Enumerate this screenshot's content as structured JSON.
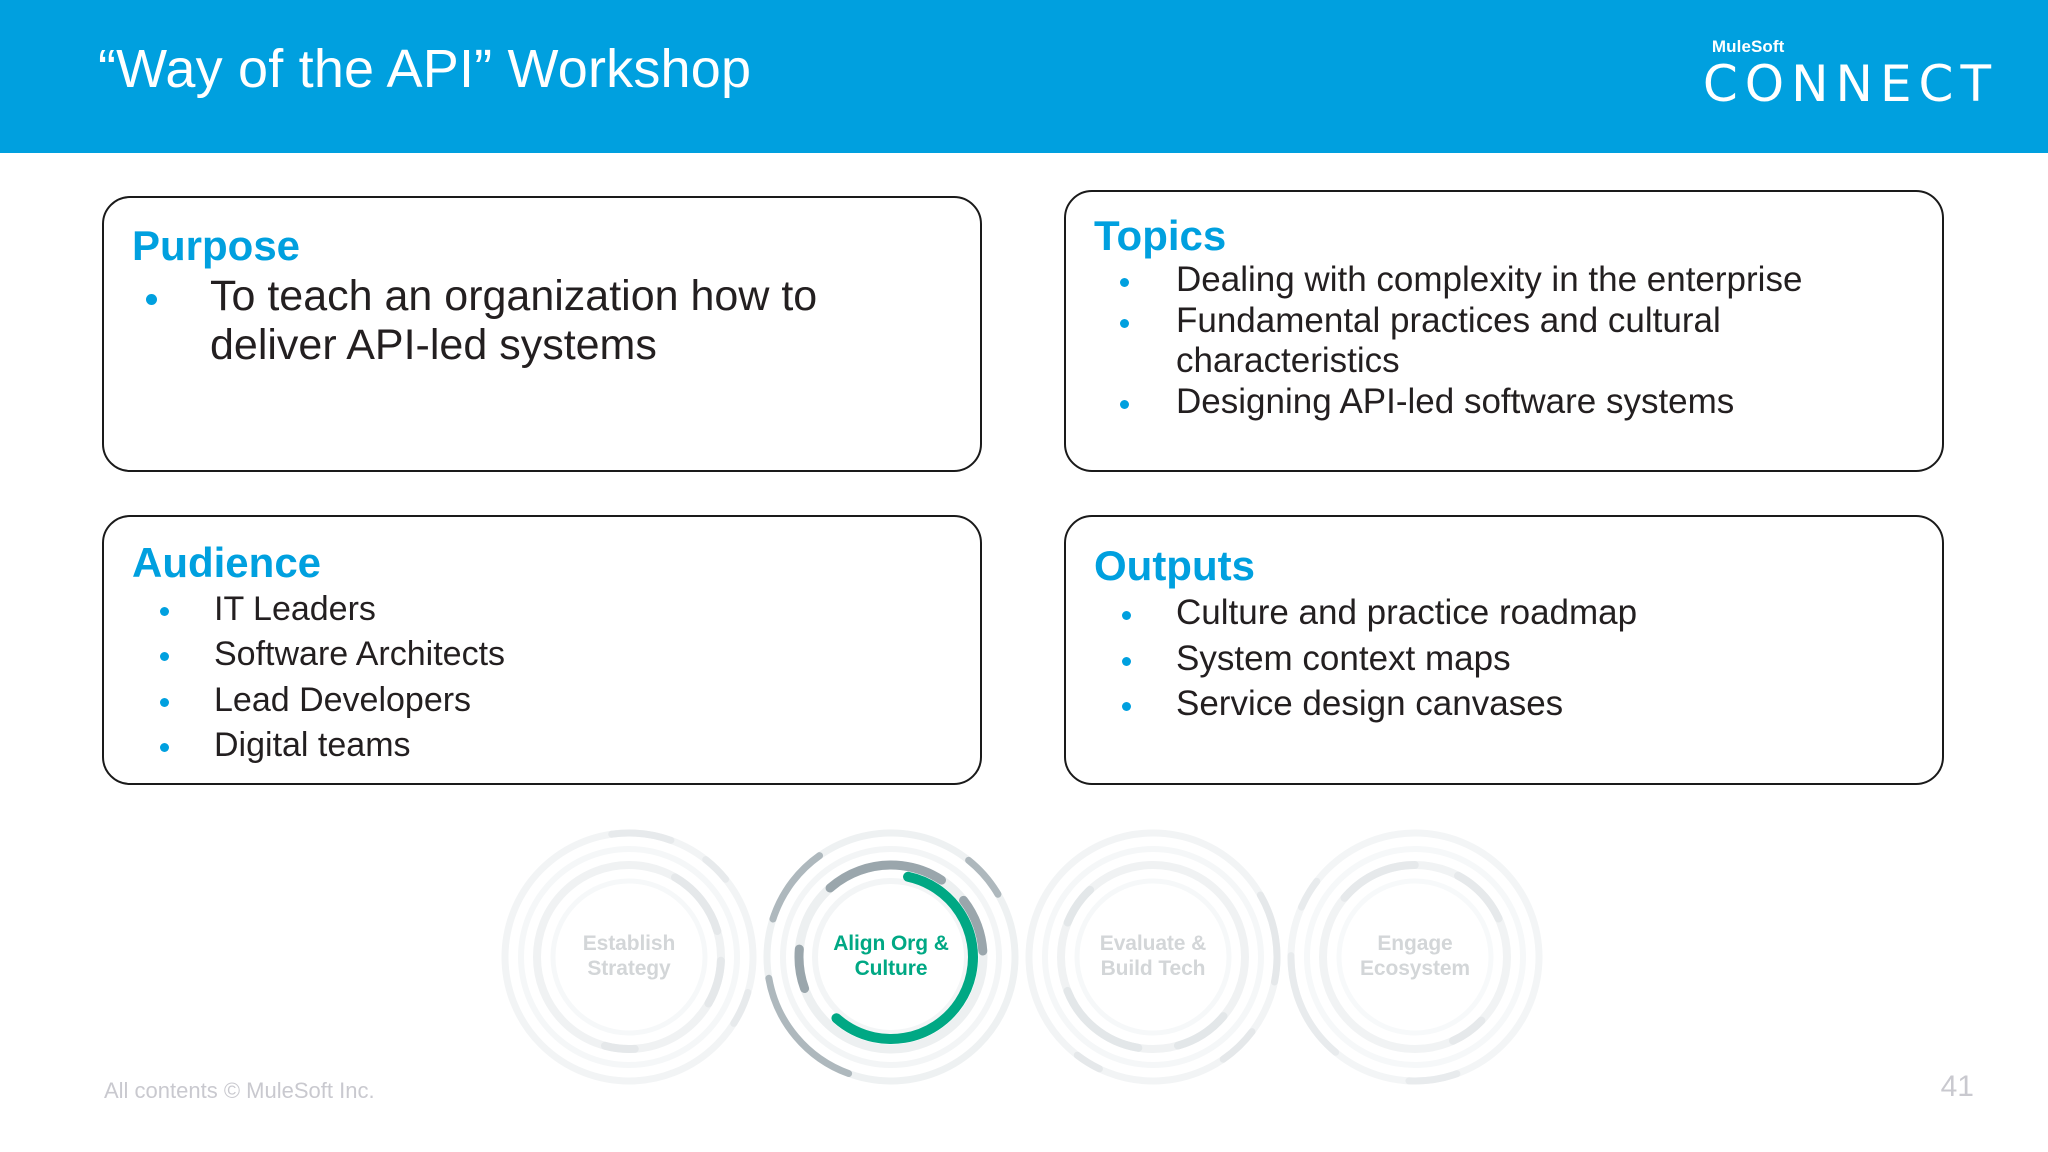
{
  "header": {
    "title": "“Way of the API” Workshop",
    "background_color": "#00A0DF",
    "logo": {
      "brand": "MuleSoft",
      "event": "CONNECT"
    }
  },
  "theme": {
    "accent_blue": "#00A0DF",
    "accent_green": "#00A884",
    "text_dark": "#231f20",
    "muted_gray": "#d3d6d8"
  },
  "cards": {
    "purpose": {
      "title": "Purpose",
      "bullets": [
        "To teach an organization how to deliver API-led systems"
      ]
    },
    "topics": {
      "title": "Topics",
      "bullets": [
        "Dealing with complexity in the enterprise",
        "Fundamental practices and cultural characteristics",
        "Designing API-led software systems"
      ]
    },
    "audience": {
      "title": "Audience",
      "bullets": [
        "IT Leaders",
        "Software Architects",
        "Lead Developers",
        "Digital teams"
      ]
    },
    "outputs": {
      "title": "Outputs",
      "bullets": [
        "Culture and practice roadmap",
        "System context maps",
        "Service design canvases"
      ]
    }
  },
  "journey": {
    "stages": [
      {
        "line1": "Establish",
        "line2": "Strategy",
        "active": false
      },
      {
        "line1": "Align Org &",
        "line2": "Culture",
        "active": true
      },
      {
        "line1": "Evaluate &",
        "line2": "Build Tech",
        "active": false
      },
      {
        "line1": "Engage",
        "line2": "Ecosystem",
        "active": false
      }
    ]
  },
  "footer": {
    "copyright": "All contents © MuleSoft Inc.",
    "page_number": "41"
  }
}
